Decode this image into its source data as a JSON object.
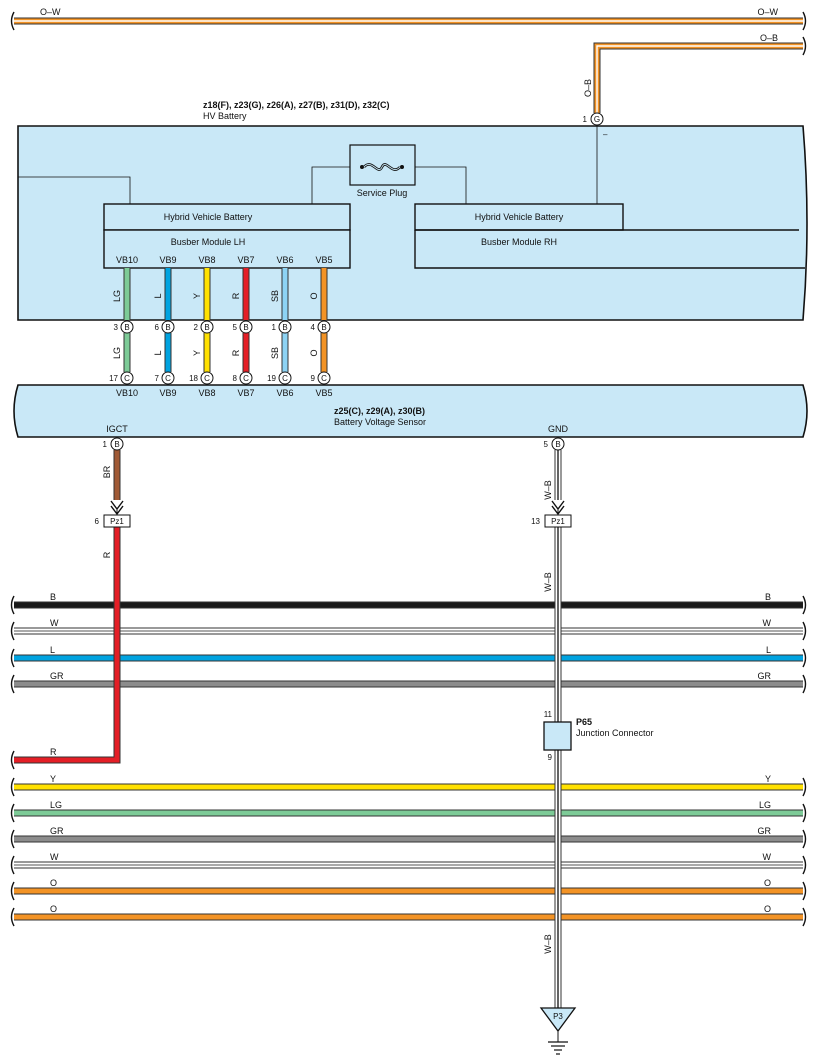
{
  "colors": {
    "O": "#f39325",
    "B": "#1a1a1a",
    "W": "#ffffff",
    "L": "#00a3e0",
    "GR": "#8c8c8c",
    "R": "#e41e26",
    "Y": "#ffe100",
    "LG": "#7dcb97",
    "SB": "#8dd3f4",
    "BR": "#a05a36",
    "component_fill": "#c9e8f7"
  },
  "top_wires": {
    "ow": {
      "left": "O–W",
      "right": "O–W"
    },
    "ob": {
      "right": "O–B",
      "vertical": "O–B"
    }
  },
  "hv_battery": {
    "codes": "z18(F), z23(G), z26(A), z27(B), z31(D), z32(C)",
    "name": "HV Battery",
    "pin_g": {
      "number": "1",
      "connector": "G",
      "polarity": "–"
    },
    "service_plug": "Service Plug",
    "lh_battery": "Hybrid Vehicle Battery",
    "lh_module": "Busber Module LH",
    "rh_battery": "Hybrid Vehicle Battery",
    "rh_module": "Busber Module RH",
    "terminals": [
      "VB10",
      "VB9",
      "VB8",
      "VB7",
      "VB6",
      "VB5"
    ],
    "wire_colors": [
      "LG",
      "L",
      "Y",
      "R",
      "SB",
      "O"
    ],
    "b_pins": [
      "3",
      "6",
      "2",
      "5",
      "1",
      "4"
    ],
    "b_connector": "B"
  },
  "battery_voltage_sensor": {
    "codes": "z25(C), z29(A), z30(B)",
    "name": "Battery Voltage Sensor",
    "c_pins": [
      "17",
      "7",
      "18",
      "8",
      "19",
      "9"
    ],
    "c_connector": "C",
    "terminals": [
      "VB10",
      "VB9",
      "VB8",
      "VB7",
      "VB6",
      "VB5"
    ],
    "igct": {
      "label": "IGCT",
      "pin": "1",
      "connector": "B",
      "wire": "BR"
    },
    "gnd": {
      "label": "GND",
      "pin": "5",
      "connector": "B",
      "wire": "W–B"
    }
  },
  "pz1_left": {
    "pin": "6",
    "label": "Pz1",
    "wire": "R"
  },
  "pz1_right": {
    "pin": "13",
    "label": "Pz1",
    "wire": "W–B"
  },
  "junction_connector": {
    "code": "P65",
    "name": "Junction Connector",
    "pin_in": "11",
    "pin_out": "9",
    "wire_below": "W–B"
  },
  "ground_point": "P3",
  "bus_upper": [
    {
      "code": "B",
      "left": "B",
      "right": "B"
    },
    {
      "code": "W",
      "left": "W",
      "right": "W"
    },
    {
      "code": "L",
      "left": "L",
      "right": "L"
    },
    {
      "code": "GR",
      "left": "GR",
      "right": "GR"
    }
  ],
  "bus_r": {
    "code": "R",
    "left": "R"
  },
  "bus_lower": [
    {
      "code": "Y",
      "left": "Y",
      "right": "Y"
    },
    {
      "code": "LG",
      "left": "LG",
      "right": "LG"
    },
    {
      "code": "GR",
      "left": "GR",
      "right": "GR"
    },
    {
      "code": "W",
      "left": "W",
      "right": "W"
    },
    {
      "code": "O",
      "left": "O",
      "right": "O"
    },
    {
      "code": "O",
      "left": "O",
      "right": "O"
    }
  ]
}
